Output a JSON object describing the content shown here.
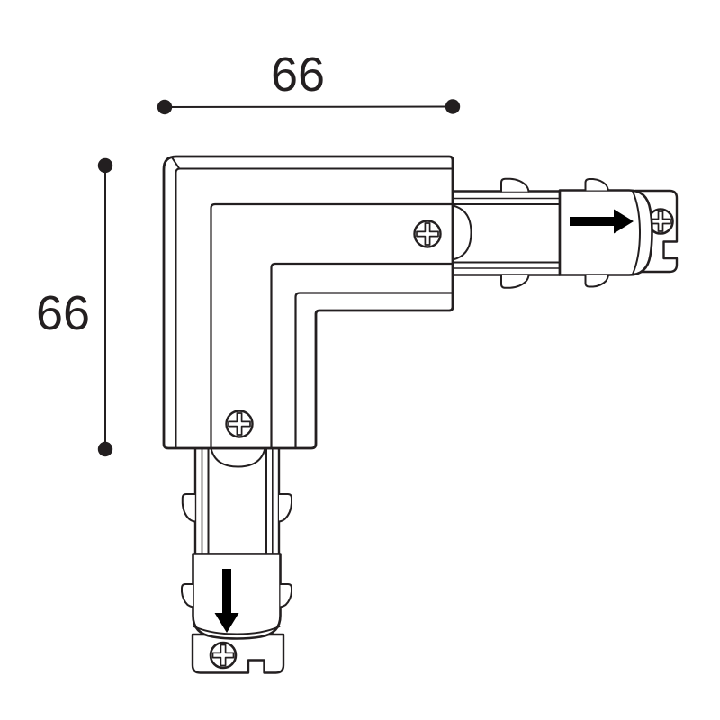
{
  "diagram": {
    "type": "technical-dimension-drawing",
    "subject": "L-shaped track corner connector, top view",
    "dimensions": {
      "width": {
        "value": "66"
      },
      "height": {
        "value": "66"
      }
    },
    "colors": {
      "line": "#231f20",
      "background": "#ffffff",
      "fill_solid": "#000000"
    },
    "icons": [
      "phillips-screw-icon",
      "arrow-right-icon",
      "arrow-down-icon",
      "dimension-dot",
      "latch-clip"
    ]
  }
}
